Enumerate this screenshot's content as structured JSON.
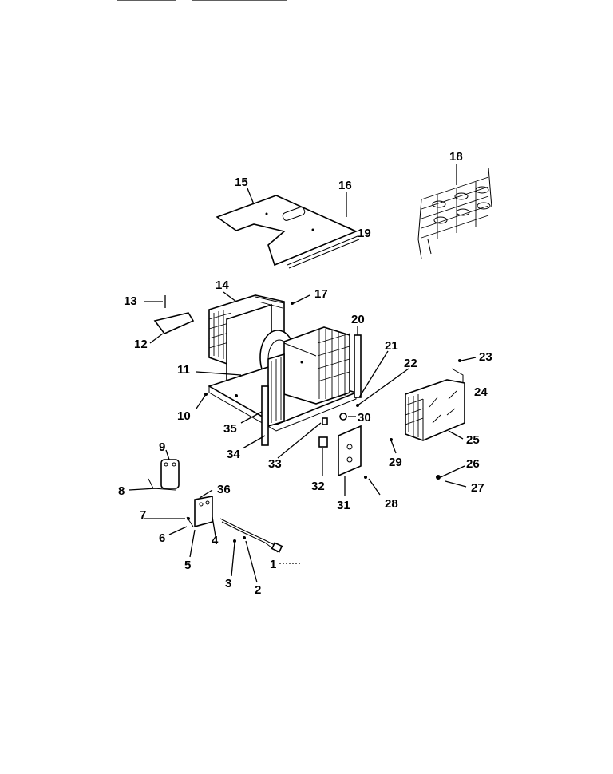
{
  "labels": {
    "l1": "1",
    "l2": "2",
    "l3": "3",
    "l4": "4",
    "l5": "5",
    "l6": "6",
    "l7": "7",
    "l8": "8",
    "l9": "9",
    "l10": "10",
    "l11": "11",
    "l12": "12",
    "l13": "13",
    "l14": "14",
    "l15": "15",
    "l16": "16",
    "l17": "17",
    "l18": "18",
    "l19": "19",
    "l20": "20",
    "l21": "21",
    "l22": "22",
    "l23": "23",
    "l24": "24",
    "l25": "25",
    "l26": "26",
    "l27": "27",
    "l28": "28",
    "l29": "29",
    "l30": "30",
    "l31": "31",
    "l32": "32",
    "l33": "33",
    "l34": "34",
    "l35": "35",
    "l36": "36"
  }
}
